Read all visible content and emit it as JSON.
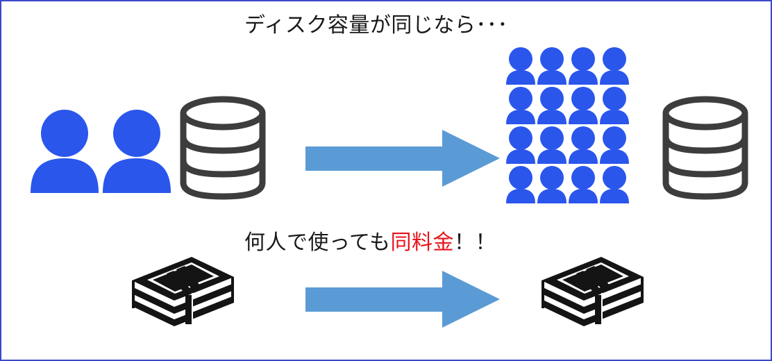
{
  "caption_top": "ディスク容量が同じなら･･･",
  "caption_bottom": {
    "prefix": "何人で使っても",
    "highlight": "同料金",
    "suffix": "！！"
  },
  "colors": {
    "user_blue": "#2a56ec",
    "arrow_blue": "#5b9bd5",
    "database_gray": "#3d3d3d",
    "money_black": "#141414",
    "highlight_red": "#e8111a",
    "frame_border": "#3b48c8"
  },
  "diagram": {
    "left_user_count": 2,
    "right_user_count": 16,
    "icons": [
      "user-icon",
      "database-icon",
      "arrow-right-icon",
      "money-stack-icon"
    ]
  }
}
